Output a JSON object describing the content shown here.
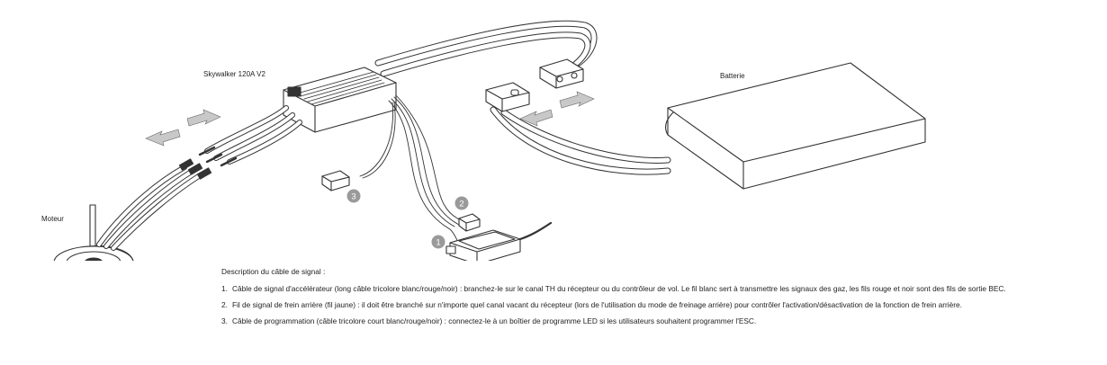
{
  "labels": {
    "esc": "Skywalker 120A V2",
    "battery": "Batterie",
    "motor": "Moteur"
  },
  "callouts": [
    "1",
    "2",
    "3"
  ],
  "description": {
    "title": "Description du câble de signal :",
    "items": [
      {
        "num": "1.",
        "text": "Câble de signal d'accélérateur (long câble tricolore blanc/rouge/noir) : branchez-le sur le canal TH du récepteur ou du contrôleur de vol. Le fil blanc sert à transmettre les signaux des gaz, les fils rouge et noir sont des fils de sortie BEC."
      },
      {
        "num": "2.",
        "text": "Fil de signal de frein arrière (fil jaune) : il doit être branché sur n'importe quel canal vacant du récepteur (lors de l'utilisation du mode de freinage arrière) pour contrôler l'activation/désactivation de la fonction de frein arrière."
      },
      {
        "num": "3.",
        "text": "Câble de programmation (câble tricolore court blanc/rouge/noir) : connectez-le à un boîtier de programme LED si les utilisateurs souhaitent programmer l'ESC."
      }
    ]
  },
  "colors": {
    "line": "#333333",
    "arrow_fill": "#c8c8c8",
    "badge": "#9a9a9a"
  }
}
